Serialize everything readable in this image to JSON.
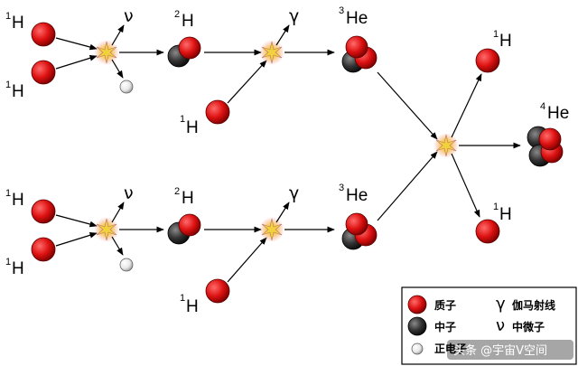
{
  "labels": {
    "h1": "H",
    "h1_sup": "1",
    "h2": "H",
    "h2_sup": "2",
    "he3": "He",
    "he3_sup": "3",
    "he4": "He",
    "he4_sup": "4",
    "neutrino": "ν",
    "gamma": "γ"
  },
  "legend": {
    "proton": "质子",
    "neutron": "中子",
    "positron": "正电子",
    "gamma_symbol": "γ",
    "gamma_text": "伽马射线",
    "neutrino_symbol": "ν",
    "neutrino_text": "中微子"
  },
  "watermark": "头条 @宇宙V空间",
  "colors": {
    "proton": "#dd1111",
    "neutron": "#333333",
    "positron": "#eeeeee",
    "arrow": "#000000",
    "flash": "#f4c542"
  }
}
